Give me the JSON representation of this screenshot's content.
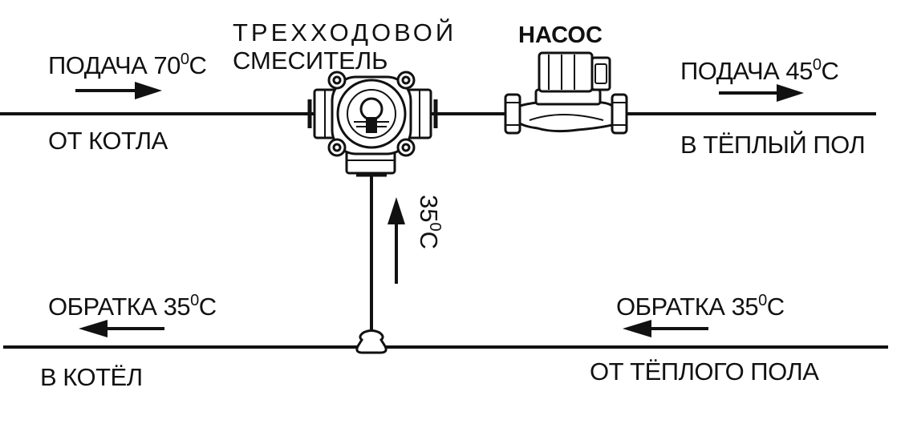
{
  "mixer": {
    "line1": "ТРЕХХОДОВОЙ",
    "line2": "СМЕСИТЕЛЬ"
  },
  "pump": {
    "label": "НАСОС"
  },
  "degree": "0",
  "supply_in": {
    "label": "ПОДАЧА 70",
    "unit": "С",
    "source": "ОТ КОТЛА"
  },
  "supply_out": {
    "label": "ПОДАЧА 45",
    "unit": "С",
    "destination": "В ТЁПЛЫЙ ПОЛ"
  },
  "return_left": {
    "label": "ОБРАТКА 35",
    "unit": "С",
    "destination": "В КОТЁЛ"
  },
  "return_right": {
    "label": "ОБРАТКА 35",
    "unit": "С",
    "source": "ОТ ТЁПЛОГО ПОЛА"
  },
  "bypass": {
    "value": "35",
    "unit": "С"
  },
  "colors": {
    "line": "#111111",
    "background": "#ffffff"
  }
}
